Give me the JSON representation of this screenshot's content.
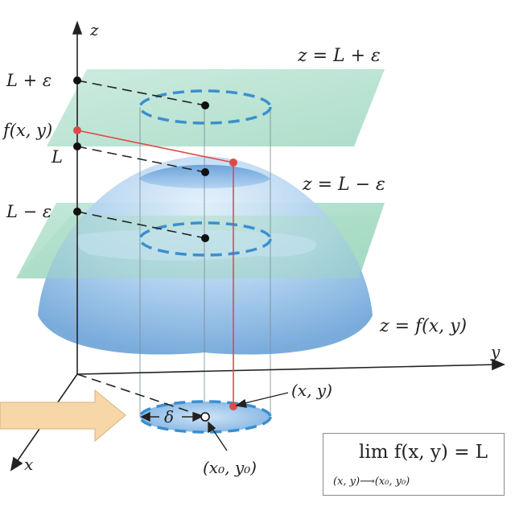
{
  "labels": {
    "z_axis": "z",
    "y_axis": "y",
    "x_axis": "x",
    "L_plus_eps": "L + ε",
    "f_xy": "f(x, y)",
    "L": "L",
    "L_minus_eps": "L − ε",
    "plane_upper": "z = L + ε",
    "plane_lower": "z = L − ε",
    "surface": "z = f(x, y)",
    "point_xy": "(x, y)",
    "point_x0y0": "(x₀, y₀)",
    "delta": "δ"
  },
  "formula": {
    "main": "lim f(x, y) = L",
    "subscript": "(x, y)⟶(x₀, y₀)"
  },
  "colors": {
    "plane": "#9fd6be",
    "surface": "#6fa8dc",
    "dashed_blue": "#3a8fd0",
    "red": "#e04848",
    "arrow_fill": "#f7d7a8"
  }
}
